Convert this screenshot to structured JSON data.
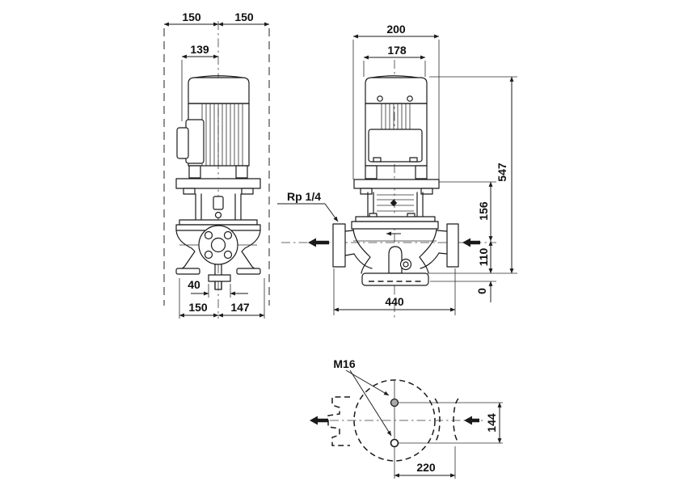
{
  "drawing": {
    "kind": "pump-dimensional-drawing",
    "colors": {
      "line": "#1a1a1a",
      "envelope_dash": "#7d7d7d",
      "background": "#ffffff"
    },
    "icons": {
      "flow_arrow": "left-filled-arrow",
      "leader_arrow": "filled-triangle"
    },
    "dims": {
      "side_envelope_left": "150",
      "side_envelope_right": "150",
      "side_motor_offset": "139",
      "side_drain_width": "40",
      "side_base_front": "150",
      "side_base_rear": "147",
      "front_flange_width": "200",
      "front_motor_width": "178",
      "front_total_height": "547",
      "front_head_height": "156",
      "front_port_height": "110",
      "front_base_level": "0",
      "front_port_to_port": "440",
      "plan_bolt_span": "144",
      "plan_bolt_offset": "220"
    },
    "labels": {
      "gauge_port": "Rp 1/4",
      "bolt_thread": "M16"
    }
  }
}
